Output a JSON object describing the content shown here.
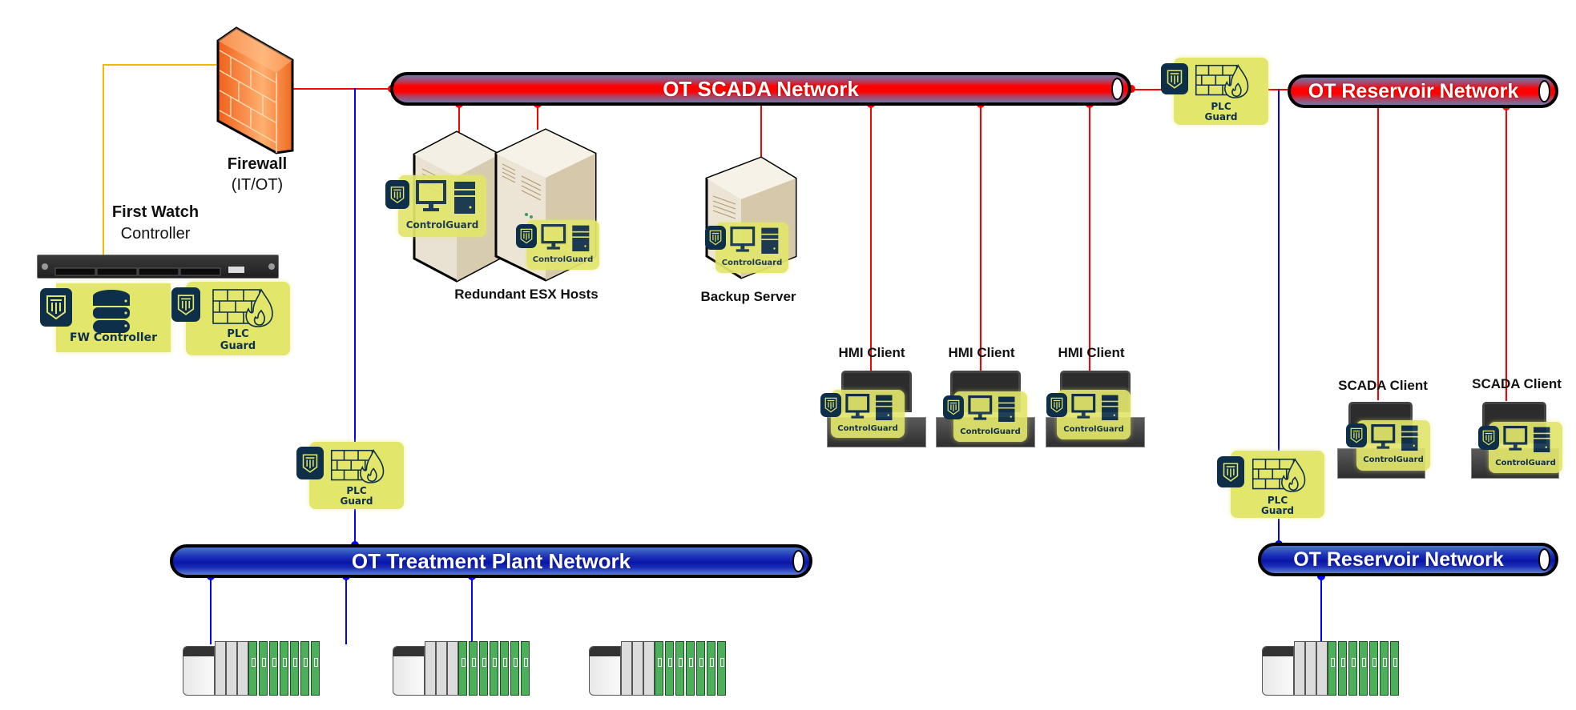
{
  "diagram": {
    "title": "OT Network Architecture",
    "colors": {
      "scada_pipe": "#ff0000",
      "plant_pipe": "#0a15a8",
      "red_link": "#ff0000",
      "blue_link": "#0000ff",
      "it_link": "#f5b800",
      "badge_bg": "#e2e66a",
      "badge_fg": "#0e2f4a",
      "firewall": "#f07a28"
    },
    "networks": {
      "scada": "OT SCADA Network",
      "reservoir_top": "OT Reservoir Network",
      "treatment": "OT Treatment Plant Network",
      "reservoir_bottom": "OT Reservoir Network"
    },
    "firewall": {
      "title": "Firewall",
      "subtitle": "(IT/OT)"
    },
    "first_watch": {
      "title": "First Watch",
      "subtitle": "Controller"
    },
    "badges": {
      "fw_controller": "FW Controller",
      "plc_guard_line1": "PLC",
      "plc_guard_line2": "Guard",
      "control_guard": "ControlGuard"
    },
    "nodes": {
      "esx": "Redundant ESX Hosts",
      "backup": "Backup Server",
      "hmi": [
        "HMI Client",
        "HMI Client",
        "HMI Client"
      ],
      "scada_clients": [
        "SCADA Client",
        "SCADA Client"
      ]
    },
    "plc_count_treatment": 3,
    "plc_count_reservoir": 1
  }
}
